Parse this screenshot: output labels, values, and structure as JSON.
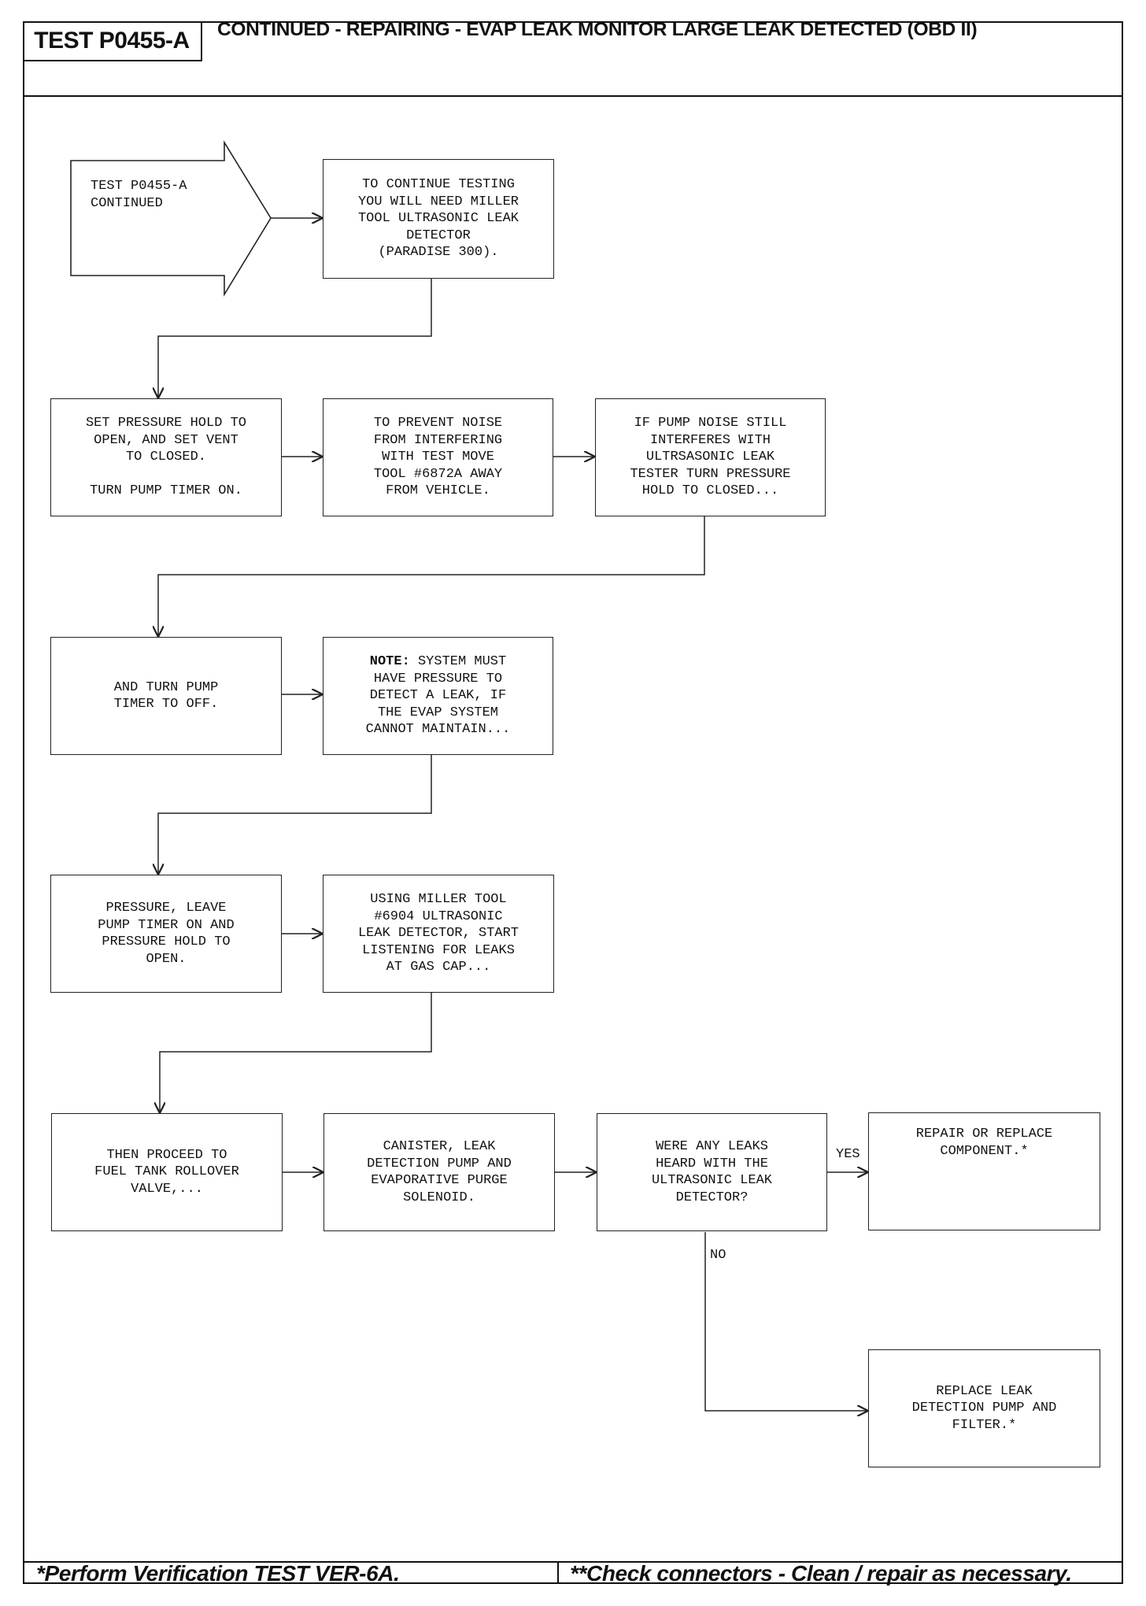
{
  "header": {
    "test_id": "TEST P0455-A",
    "title": "CONTINUED - REPAIRING - EVAP LEAK MONITOR LARGE LEAK DETECTED (OBD II)"
  },
  "entry": {
    "text": "TEST P0455-A\nCONTINUED"
  },
  "boxes": {
    "tool_needed": "TO CONTINUE TESTING\nYOU WILL NEED MILLER\nTOOL ULTRASONIC LEAK\nDETECTOR\n(PARADISE 300).",
    "set_pressure": "SET PRESSURE HOLD TO\nOPEN, AND SET VENT\nTO CLOSED.\n\nTURN PUMP TIMER ON.",
    "prevent_noise": "TO PREVENT NOISE\nFROM INTERFERING\nWITH TEST MOVE\nTOOL #6872A AWAY\nFROM VEHICLE.",
    "pump_noise": "IF PUMP NOISE STILL\nINTERFERES WITH\nULTRSASONIC LEAK\nTESTER TURN PRESSURE\nHOLD TO CLOSED...",
    "timer_off": "AND TURN PUMP\nTIMER TO OFF.",
    "note_label": "NOTE:",
    "note_text": " SYSTEM MUST\nHAVE PRESSURE TO\nDETECT A LEAK, IF\nTHE EVAP SYSTEM\nCANNOT MAINTAIN...",
    "pressure_leave": "PRESSURE, LEAVE\nPUMP TIMER ON AND\nPRESSURE HOLD TO\nOPEN.",
    "using_tool": "USING MILLER TOOL\n#6904 ULTRASONIC\nLEAK DETECTOR, START\nLISTENING FOR LEAKS\nAT GAS CAP...",
    "proceed": "THEN PROCEED TO\nFUEL TANK ROLLOVER\nVALVE,...",
    "canister": "CANISTER, LEAK\nDETECTION PUMP AND\nEVAPORATIVE PURGE\nSOLENOID.",
    "question": "WERE ANY LEAKS\nHEARD WITH THE\nULTRASONIC LEAK\nDETECTOR?",
    "repair": "REPAIR OR REPLACE\nCOMPONENT.*",
    "replace_pump": "REPLACE LEAK\nDETECTION PUMP AND\nFILTER.*"
  },
  "labels": {
    "yes": "YES",
    "no": "NO"
  },
  "footer": {
    "left": "*Perform Verification TEST VER-6A.",
    "right": "**Check connectors - Clean / repair as necessary."
  }
}
